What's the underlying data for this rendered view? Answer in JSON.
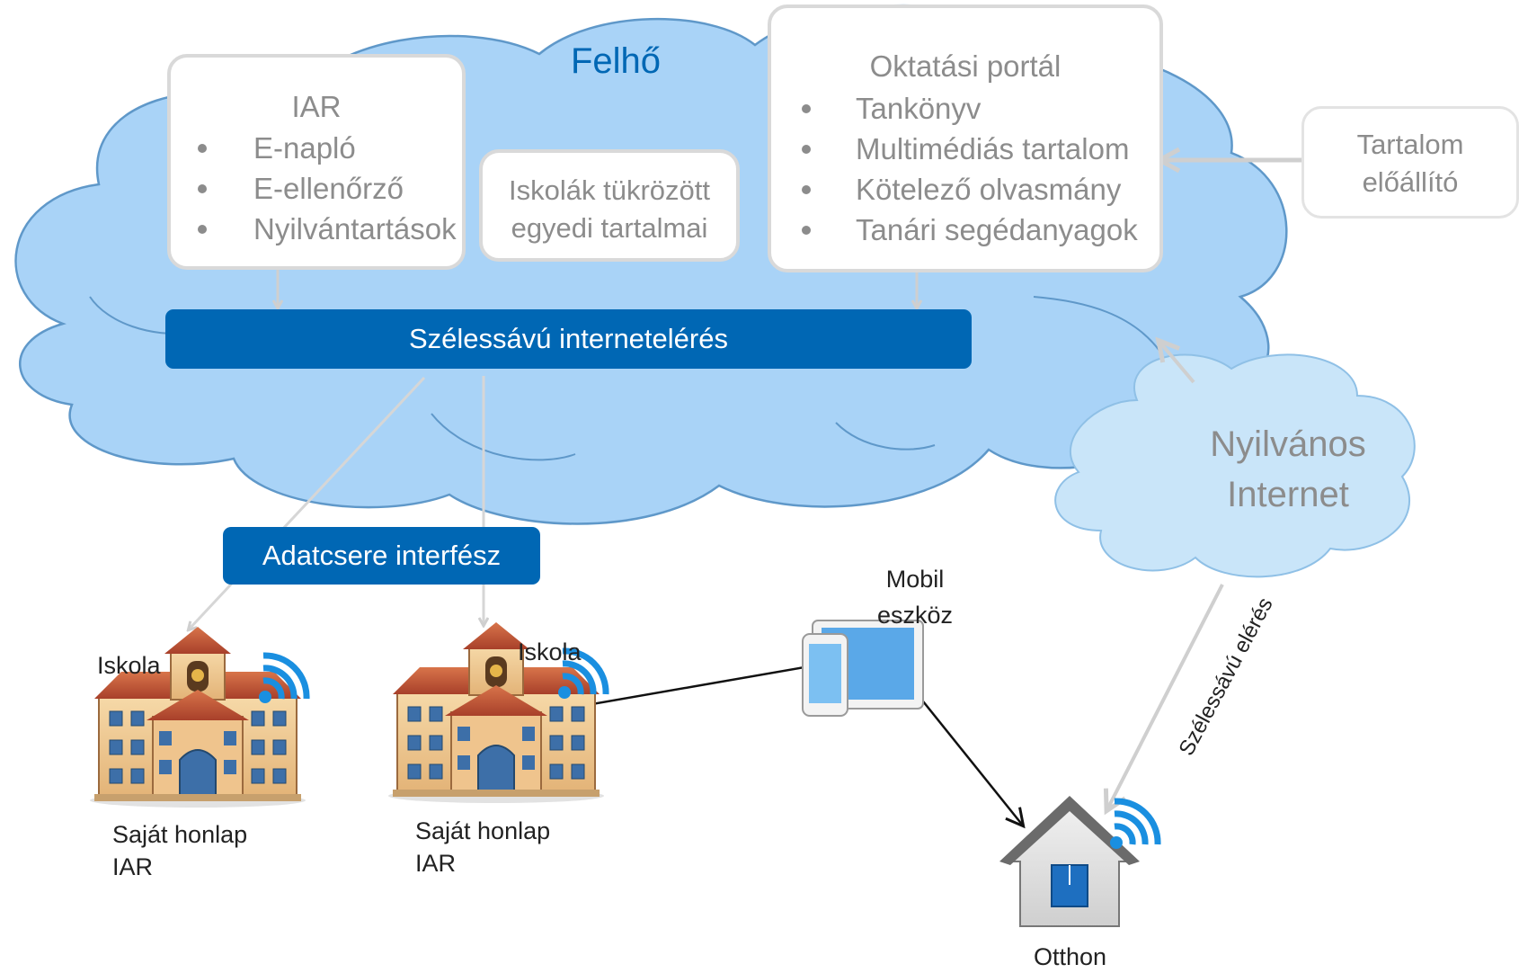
{
  "cloud": {
    "title": "Felhő",
    "title_color": "#0067b4",
    "fill": "#a9d3f7"
  },
  "iar_box": {
    "title": "IAR",
    "items": [
      "E-napló",
      "E-ellenőrző",
      "Nyilvántartások"
    ]
  },
  "mirror_box": {
    "line1": "Iskolák tükrözött",
    "line2": "egyedi tartalmai"
  },
  "portal_box": {
    "title": "Oktatási portál",
    "items": [
      "Tankönyv",
      "Multimédiás tartalom",
      "Kötelező olvasmány",
      "Tanári segédanyagok"
    ]
  },
  "producer_box": {
    "line1": "Tartalom",
    "line2": "előállító"
  },
  "broadband_bar": {
    "label": "Szélessávú internetelérés",
    "color": "#0067b4"
  },
  "interface_bar": {
    "label": "Adatcsere interfész",
    "color": "#0067b4"
  },
  "public_internet": {
    "line1": "Nyilvános",
    "line2": "Internet",
    "fill": "#c9e5f9"
  },
  "school1": {
    "name": "Iskola",
    "line1": "Saját honlap",
    "line2": "IAR"
  },
  "school2": {
    "name": "Iskola",
    "line1": "Saját honlap",
    "line2": "IAR"
  },
  "mobile": {
    "line1": "Mobil",
    "line2": "eszköz"
  },
  "home": {
    "label": "Otthon"
  },
  "broadband_link": {
    "label": "Szélessávú elérés"
  },
  "icons": [
    "school-building-icon",
    "wifi-icon",
    "mobile-devices-icon",
    "house-icon",
    "arrow-icon"
  ]
}
